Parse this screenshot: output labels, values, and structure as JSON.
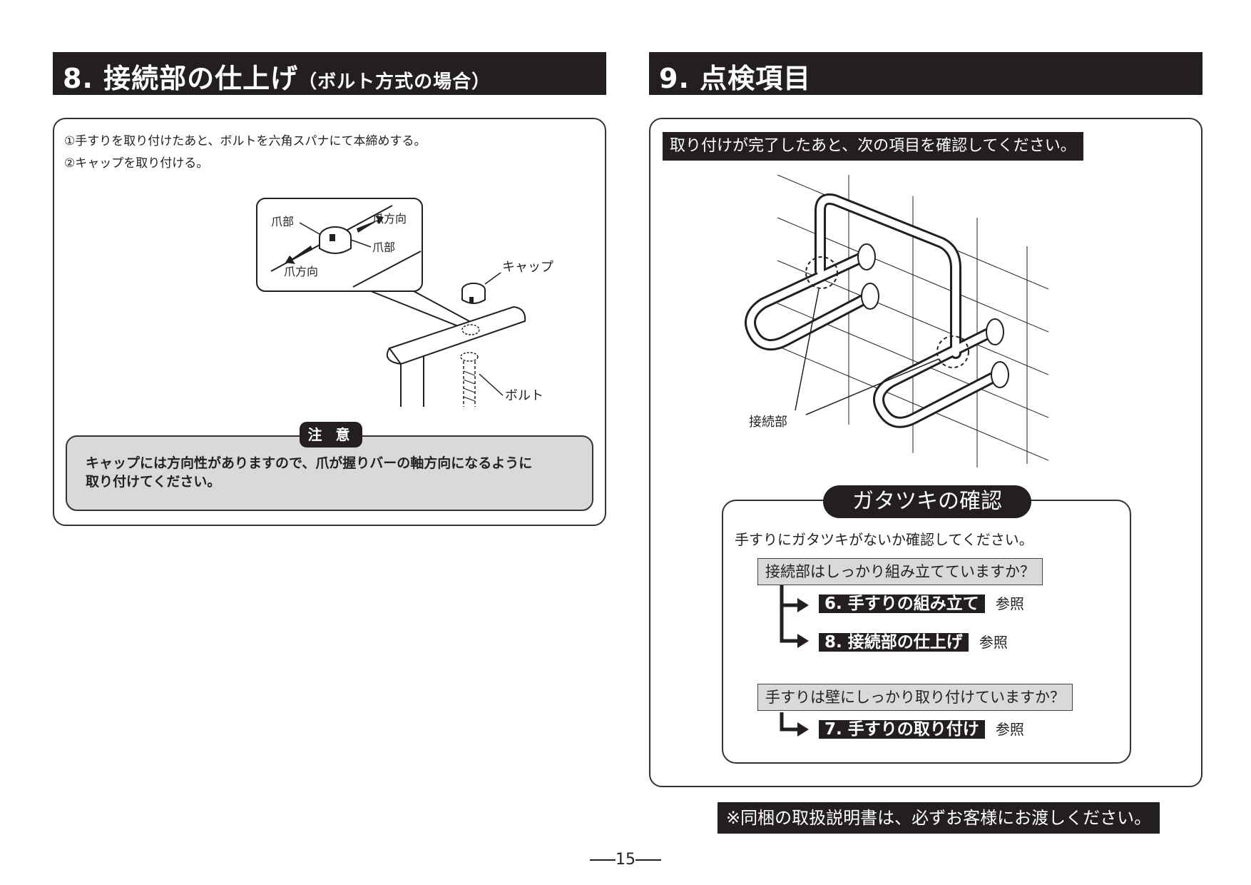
{
  "left": {
    "heading_num": "8. 接続部の仕上げ",
    "heading_sub": "（ボルト方式の場合）",
    "steps": [
      "①手すりを取り付けたあと、ボルトを六角スパナにて本締めする。",
      "②キャップを取り付ける。"
    ],
    "diagram": {
      "claw_top": "爪部",
      "claw_dir_top": "爪方向",
      "claw_bottom": "爪部",
      "claw_dir_bottom": "爪方向",
      "cap": "キャップ",
      "bolt": "ボルト"
    },
    "caution": {
      "label": "注 意",
      "line1": "キャップには方向性がありますので、爪が握りバーの軸方向になるように",
      "line2": "取り付けてください。"
    }
  },
  "right": {
    "heading": "9. 点検項目",
    "intro": "取り付けが完了したあと、次の項目を確認してください。",
    "joint_label": "接続部",
    "check": {
      "title": "ガタツキの確認",
      "lead": "手すりにガタツキがないか確認してください。",
      "q1": "接続部はしっかり組み立てていますか？",
      "ref1": "6. 手すりの組み立て",
      "ref2": "8. 接続部の仕上げ",
      "q2": "手すりは壁にしっかり取り付けていますか？",
      "ref3": "7. 手すりの取り付け",
      "see": "参照"
    }
  },
  "footer_note": "※同梱の取扱説明書は、必ずお客様にお渡しください。",
  "page_number": "15"
}
